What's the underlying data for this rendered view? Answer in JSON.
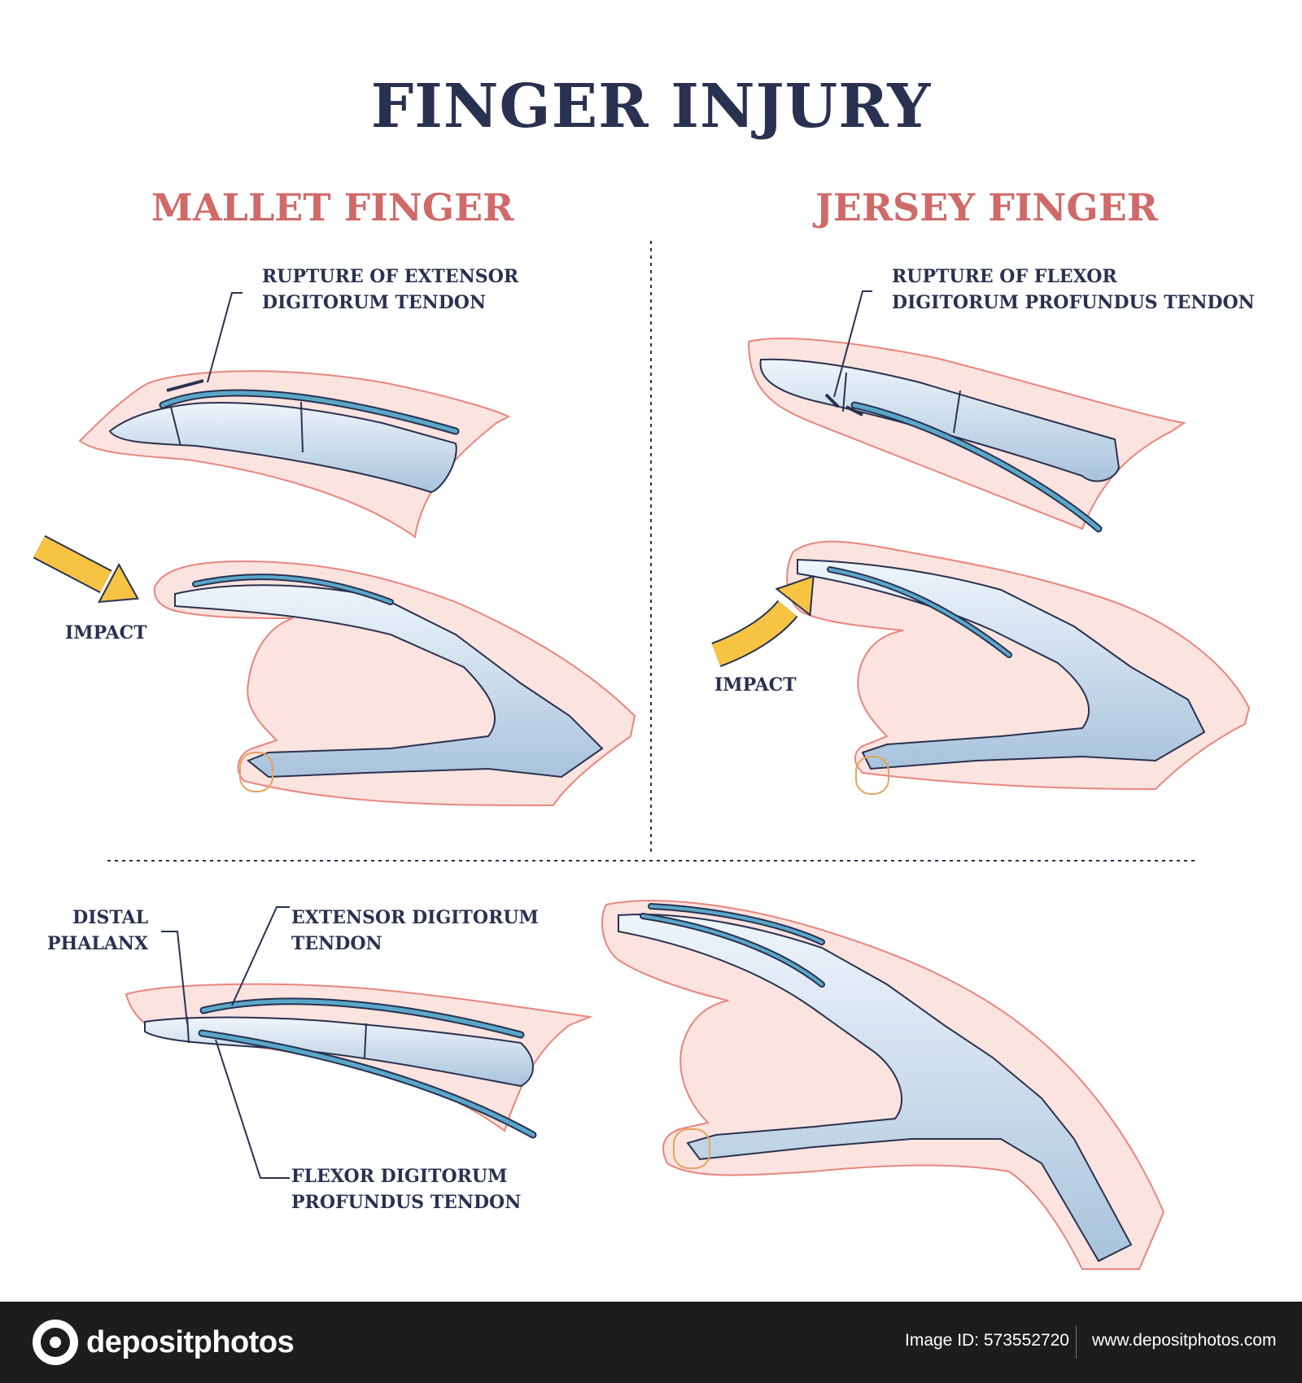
{
  "title": "FINGER INJURY",
  "sections": {
    "mallet": {
      "title": "MALLET FINGER",
      "rupture_label": [
        "RUPTURE OF EXTENSOR",
        "DIGITORUM TENDON"
      ],
      "impact_label": "IMPACT"
    },
    "jersey": {
      "title": "JERSEY FINGER",
      "rupture_label": [
        "RUPTURE OF FLEXOR",
        "DIGITORUM PROFUNDUS TENDON"
      ],
      "impact_label": "IMPACT"
    }
  },
  "anatomy": {
    "distal_phalanx": [
      "DISTAL",
      "PHALANX"
    ],
    "extensor_tendon": [
      "EXTENSOR DIGITORUM",
      "TENDON"
    ],
    "flexor_tendon": [
      "FLEXOR DIGITORUM",
      "PROFUNDUS TENDON"
    ]
  },
  "colors": {
    "title": "#2a3150",
    "section_title": "#cf6a68",
    "skin_outline": "#e8857f",
    "skin_fill": "#fbe3df",
    "bone": "#c7d9ea",
    "tendon": "#5aa7c9",
    "arrow": "#f6c342"
  },
  "footer": {
    "brand": "depositphotos",
    "image_id": "Image ID: 573552720",
    "website": "www.depositphotos.com"
  }
}
